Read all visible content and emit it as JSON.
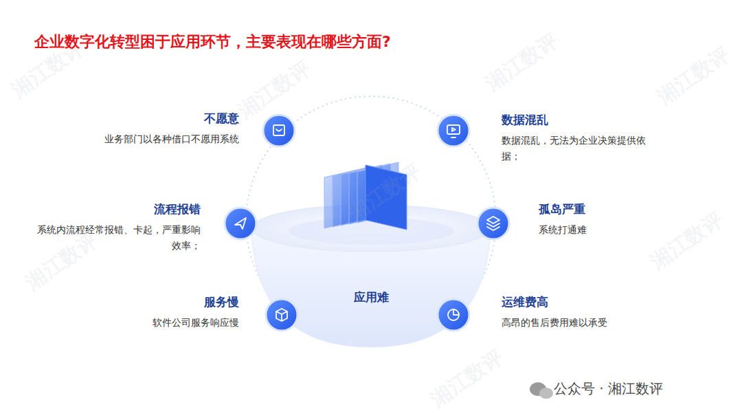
{
  "diagram": {
    "title": "企业数字化转型困于应用环节，主要表现在哪些方面?",
    "nodes": [
      {
        "text": [
          "应用难"
        ]
      },
      {
        "text": [
          "不愿意",
          "业务部门以各种借口不愿用系统"
        ]
      },
      {
        "text": [
          "数据混乱",
          "数据混乱，无法为企业决策提供依据；"
        ]
      },
      {
        "text": [
          "流程报错",
          "系统内流程经常报错、卡起，严重影响效率；"
        ]
      },
      {
        "text": [
          "孤岛严重",
          "系统打通难"
        ]
      },
      {
        "text": [
          "服务慢",
          "软件公司服务响应慢"
        ]
      },
      {
        "text": [
          "运维费高",
          "高昂的售后费用难以承受"
        ]
      }
    ],
    "labels": [
      "湘江数评",
      "湘江数评",
      "湘江数评",
      "湘江数评",
      "湘江数评",
      "湘江数评",
      "湘江数评",
      "湘江数评",
      "公众号 · 湘江数评"
    ]
  }
}
